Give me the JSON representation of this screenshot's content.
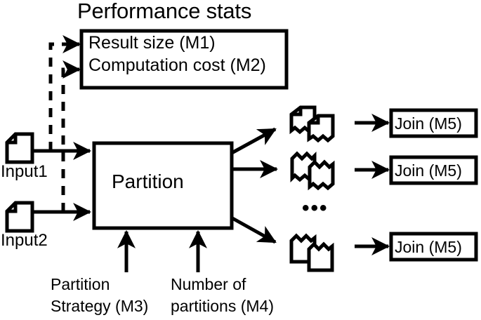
{
  "diagram": {
    "title": "Performance stats",
    "stats_box": {
      "name": "performance-stats-box",
      "lines": [
        "Result size (M1)",
        "Computation cost (M2)"
      ]
    },
    "process": {
      "label": "Partition"
    },
    "inputs": [
      {
        "label": "Input1",
        "icon": "document-icon"
      },
      {
        "label": "Input2",
        "icon": "document-icon"
      }
    ],
    "parameters": [
      {
        "line1": "Partition",
        "line2": "Strategy (M3)"
      },
      {
        "line1": "Number of",
        "line2": "partitions (M4)"
      }
    ],
    "outputs": [
      {
        "icon": "partition-documents-icon",
        "join_label": "Join (M5)"
      },
      {
        "icon": "partition-documents-icon",
        "join_label": "Join (M5)"
      },
      {
        "icon": "partition-documents-icon",
        "join_label": "Join (M5)"
      }
    ],
    "ellipsis": "•••",
    "colors": {
      "stroke": "#000000",
      "fill": "#ffffff",
      "background": "#ffffff"
    }
  }
}
